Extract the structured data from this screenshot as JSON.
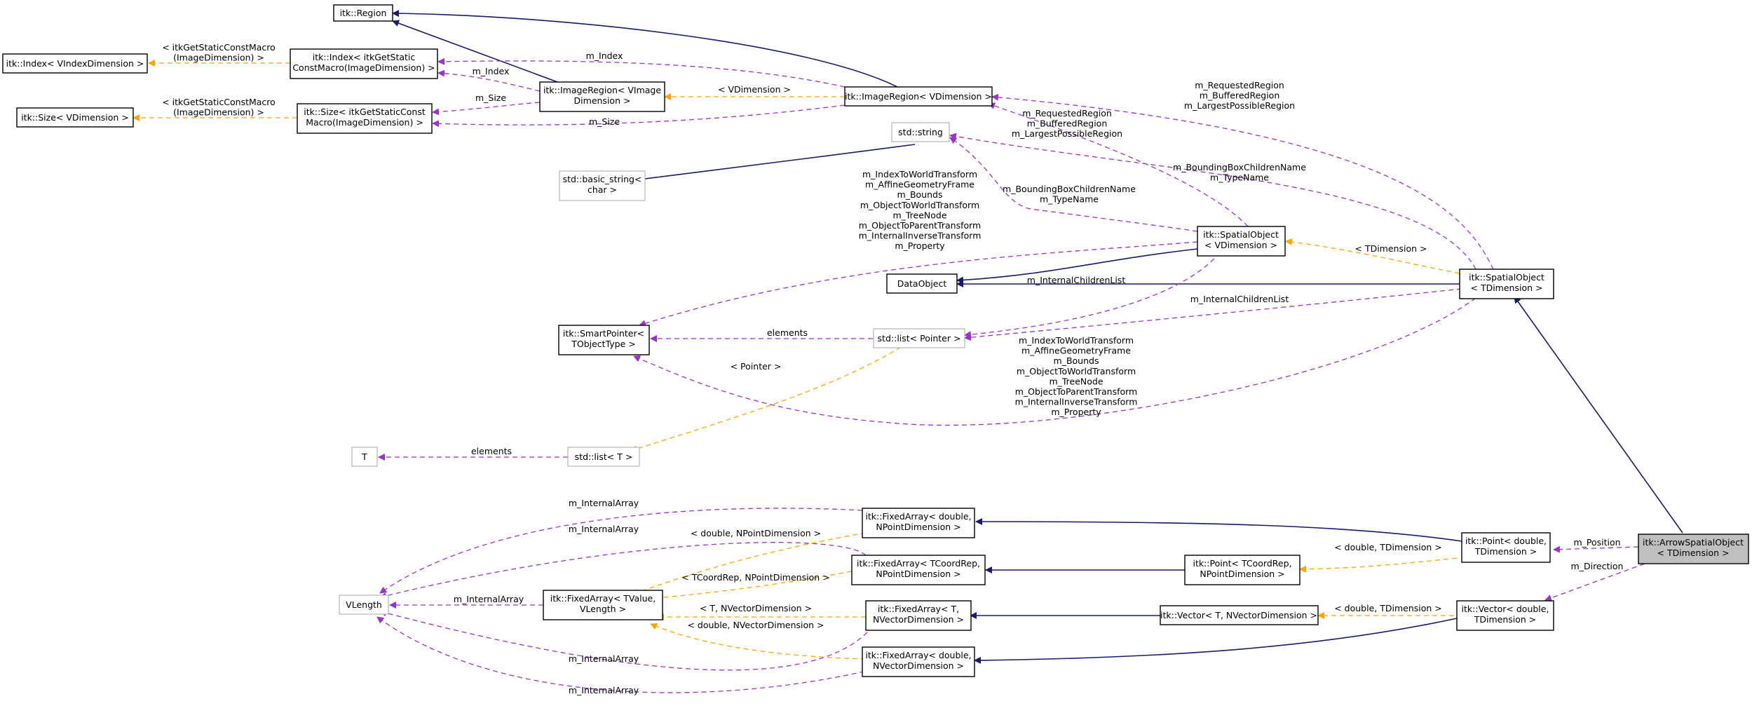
{
  "nodes": {
    "region": [
      "itk::Region"
    ],
    "index_v": [
      "itk::Index< VIndexDimension >"
    ],
    "index_m": [
      "itk::Index< itkGetStatic",
      "ConstMacro(ImageDimension) >"
    ],
    "size_v": [
      "itk::Size< VDimension >"
    ],
    "size_m": [
      "itk::Size< itkGetStaticConst",
      "Macro(ImageDimension) >"
    ],
    "imgregion_vimage": [
      "itk::ImageRegion< VImage",
      "Dimension >"
    ],
    "imgregion_vdim": [
      "itk::ImageRegion< VDimension >"
    ],
    "std_string": [
      "std::string"
    ],
    "basic_string": [
      "std::basic_string<",
      "char >"
    ],
    "spatial_v": [
      "itk::SpatialObject",
      "< VDimension >"
    ],
    "dataobject": [
      "DataObject"
    ],
    "spatial_t": [
      "itk::SpatialObject",
      "< TDimension >"
    ],
    "smartpointer": [
      "itk::SmartPointer<",
      "TObjectType >"
    ],
    "list_pointer": [
      "std::list< Pointer >"
    ],
    "t": [
      "T"
    ],
    "list_t": [
      "std::list< T >"
    ],
    "fa_double_np": [
      "itk::FixedArray< double,",
      "NPointDimension >"
    ],
    "fa_tcoord_np": [
      "itk::FixedArray< TCoordRep,",
      "NPointDimension >"
    ],
    "point_tcoord": [
      "itk::Point< TCoordRep,",
      "NPointDimension >"
    ],
    "point_double": [
      "itk::Point< double,",
      "TDimension >"
    ],
    "arrow": [
      "itk::ArrowSpatialObject",
      "< TDimension >"
    ],
    "vlength": [
      "VLength"
    ],
    "fa_tvalue": [
      "itk::FixedArray< TValue,",
      "VLength >"
    ],
    "fa_t_nv": [
      "itk::FixedArray< T,",
      "NVectorDimension >"
    ],
    "vector_t": [
      "itk::Vector< T, NVectorDimension >"
    ],
    "vector_double": [
      "itk::Vector< double,",
      "TDimension >"
    ],
    "fa_double_nv": [
      "itk::FixedArray< double,",
      "NVectorDimension >"
    ]
  },
  "labels": {
    "l_index_tpl": [
      "< itkGetStaticConstMacro",
      "(ImageDimension) >"
    ],
    "l_size_tpl": [
      "< itkGetStaticConstMacro",
      "(ImageDimension) >"
    ],
    "l_m_index_top": [
      "m_Index"
    ],
    "l_m_index": [
      "m_Index"
    ],
    "l_m_size": [
      "m_Size"
    ],
    "l_m_size_bottom": [
      "m_Size"
    ],
    "l_vdimension": [
      "< VDimension >"
    ],
    "l_regions_t": [
      "m_RequestedRegion",
      "m_BufferedRegion",
      "m_LargestPossibleRegion"
    ],
    "l_regions_v": [
      "m_RequestedRegion",
      "m_BufferedRegion",
      "m_LargestPossibleRegion"
    ],
    "l_bbox_t": [
      "m_BoundingBoxChildrenName",
      "m_TypeName"
    ],
    "l_bbox_v": [
      "m_BoundingBoxChildrenName",
      "m_TypeName"
    ],
    "l_props_v": [
      "m_IndexToWorldTransform",
      "m_AffineGeometryFrame",
      "m_Bounds",
      "m_ObjectToWorldTransform",
      "m_TreeNode",
      "m_ObjectToParentTransform",
      "m_InternalInverseTransform",
      "m_Property"
    ],
    "l_props_t": [
      "m_IndexToWorldTransform",
      "m_AffineGeometryFrame",
      "m_Bounds",
      "m_ObjectToWorldTransform",
      "m_TreeNode",
      "m_ObjectToParentTransform",
      "m_InternalInverseTransform",
      "m_Property"
    ],
    "l_tdimension": [
      "< TDimension >"
    ],
    "l_children_v": [
      "m_InternalChildrenList"
    ],
    "l_children_t": [
      "m_InternalChildrenList"
    ],
    "l_elements_sp": [
      "elements"
    ],
    "l_pointer_tpl": [
      "< Pointer >"
    ],
    "l_elements_t": [
      "elements"
    ],
    "l_ia_1": [
      "m_InternalArray"
    ],
    "l_ia_2": [
      "m_InternalArray"
    ],
    "l_ia_3": [
      "m_InternalArray"
    ],
    "l_ia_4": [
      "m_InternalArray"
    ],
    "l_ia_5": [
      "m_InternalArray"
    ],
    "l_dbl_np": [
      "< double, NPointDimension >"
    ],
    "l_tcoord_np": [
      "< TCoordRep, NPointDimension >"
    ],
    "l_t_nv": [
      "< T, NVectorDimension >"
    ],
    "l_dbl_nv": [
      "< double, NVectorDimension >"
    ],
    "l_dbl_td_point": [
      "< double, TDimension >"
    ],
    "l_dbl_td_vector": [
      "< double, TDimension >"
    ],
    "l_position": [
      "m_Position"
    ],
    "l_direction": [
      "m_Direction"
    ]
  },
  "colors": {
    "inheritance": "#191970",
    "usage": "#9a32cd",
    "template": "#ffa500",
    "focus_fill": "#bfbfbf",
    "inactive_border": "#b4b4b4"
  }
}
